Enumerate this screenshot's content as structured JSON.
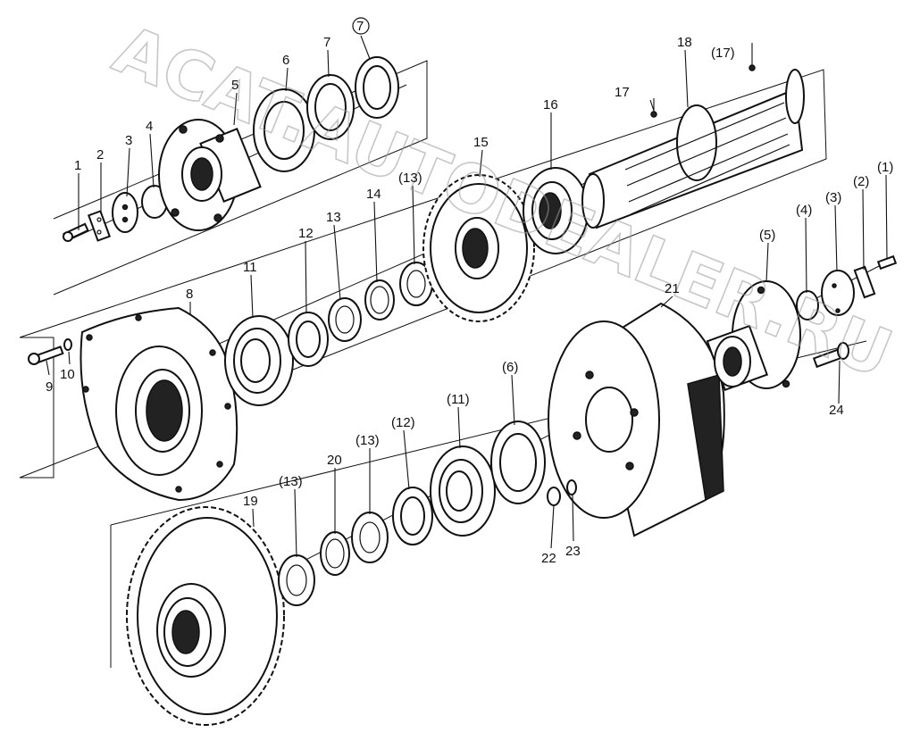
{
  "watermark": "ACAT.AUTODEALER.RU",
  "labels": {
    "l1": "1",
    "l2": "2",
    "l3": "3",
    "l4": "4",
    "l5": "5",
    "l6": "6",
    "l7": "7",
    "l7c": "7",
    "l8": "8",
    "l9": "9",
    "l10": "10",
    "l11": "11",
    "l12": "12",
    "l13": "13",
    "l13p": "(13)",
    "l14": "14",
    "l15": "15",
    "l16": "16",
    "l17": "17",
    "l17p": "(17)",
    "l18": "18",
    "l1p": "(1)",
    "l2p": "(2)",
    "l3p": "(3)",
    "l4p": "(4)",
    "l5p": "(5)",
    "l21": "21",
    "l24": "24",
    "l6p": "(6)",
    "l11p": "(11)",
    "l12p": "(12)",
    "l13p2": "(13)",
    "l20": "20",
    "l13p3": "(13)",
    "l19": "19",
    "l22": "22",
    "l23": "23"
  }
}
